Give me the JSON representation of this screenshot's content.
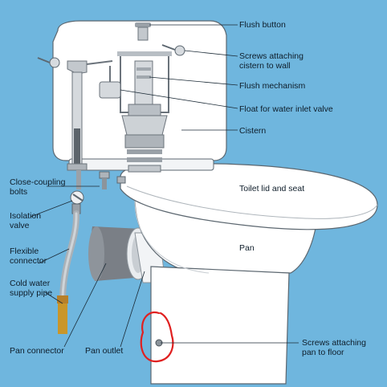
{
  "labels": {
    "flush_button": "Flush button",
    "screws_cistern": "Screws attaching\ncistern to wall",
    "flush_mechanism": "Flush mechanism",
    "float_valve": "Float for water inlet valve",
    "cistern": "Cistern",
    "close_coupling": "Close-coupling\nbolts",
    "toilet_lid": "Toilet lid and seat",
    "isolation_valve": "Isolation\nvalve",
    "pan": "Pan",
    "flexible_connector": "Flexible\nconnector",
    "cold_water": "Cold water\nsupply pipe",
    "pan_connector": "Pan connector",
    "pan_outlet": "Pan outlet",
    "screws_floor": "Screws attaching\npan to floor"
  },
  "colors": {
    "background": "#6fb6de",
    "porcelain": "#ffffff",
    "outline": "#5c6770",
    "leader": "#1b2a36",
    "annotation": "#e02020",
    "brass": "#c9962a"
  }
}
